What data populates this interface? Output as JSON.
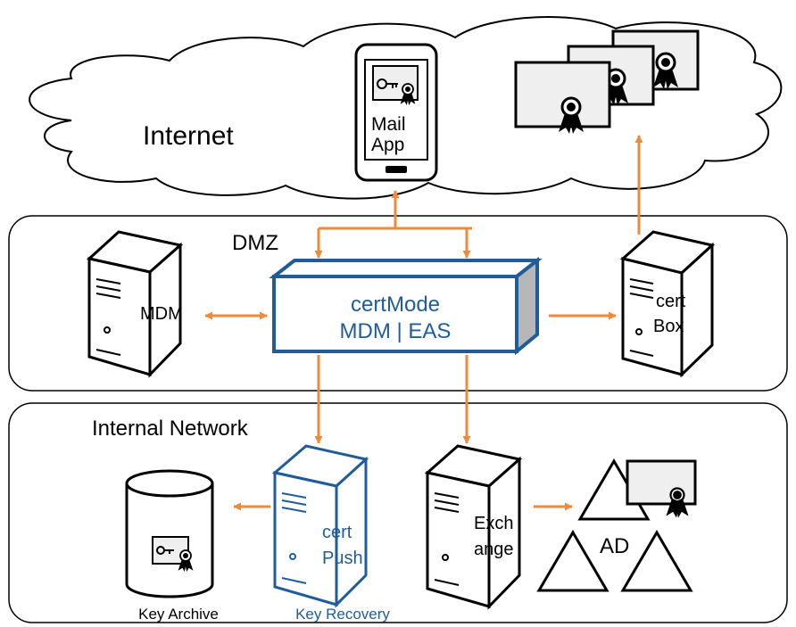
{
  "zones": {
    "internet": "Internet",
    "dmz": "DMZ",
    "internal": "Internal Network"
  },
  "nodes": {
    "mail_app": [
      "Mail",
      "App"
    ],
    "mdm": "MDM",
    "certmode": [
      "certMode",
      "MDM | EAS"
    ],
    "certbox": [
      "cert",
      "Box"
    ],
    "certpush": [
      "cert",
      "Push"
    ],
    "exchange": [
      "Exch",
      "ange"
    ],
    "ad": "AD",
    "key_archive": "Key Archive",
    "key_recovery": "Key Recovery"
  },
  "colors": {
    "arrow": "#ee8a3c",
    "blue": "#1f5c99",
    "box_gray": "#efefef",
    "side_gray": "#b7b7b7"
  }
}
